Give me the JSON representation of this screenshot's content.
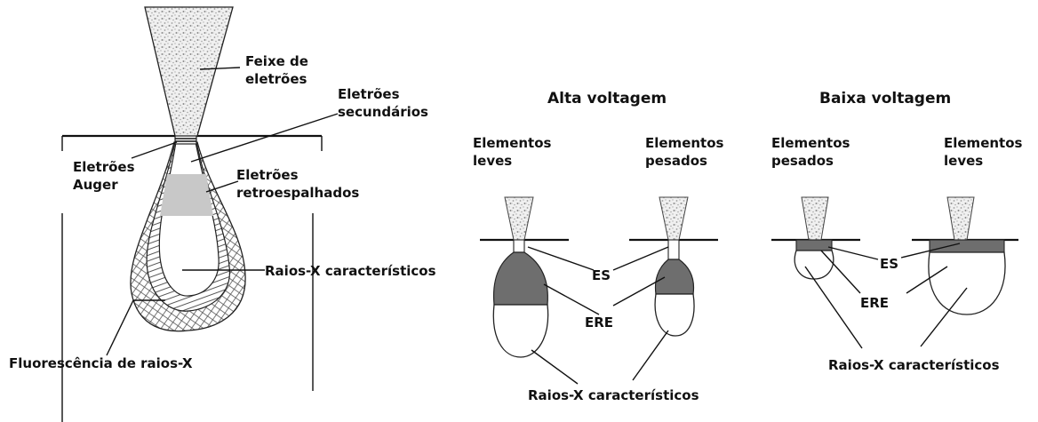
{
  "left": {
    "beam": "Feixe de",
    "beam2": "eletrões",
    "secondary1": "Eletrões",
    "secondary2": "secundários",
    "auger1": "Eletrões",
    "auger2": "Auger",
    "backscatter1": "Eletrões",
    "backscatter2": "retroespalhados",
    "xray": "Raios-X característicos",
    "fluor": "Fluorescência de raios-X"
  },
  "high": {
    "title": "Alta voltagem",
    "light1": "Elementos",
    "light2": "leves",
    "heavy1": "Elementos",
    "heavy2": "pesados",
    "es": "ES",
    "ere": "ERE",
    "xray": "Raios-X característicos"
  },
  "low": {
    "title": "Baixa voltagem",
    "heavy1": "Elementos",
    "heavy2": "pesados",
    "light1": "Elementos",
    "light2": "leves",
    "es": "ES",
    "ere": "ERE",
    "xray": "Raios-X característicos"
  },
  "colors": {
    "backscatter_fill": "#c8c8c8",
    "ere_fill": "#6e6e6e",
    "beam_fill": "#d8d8d8"
  }
}
